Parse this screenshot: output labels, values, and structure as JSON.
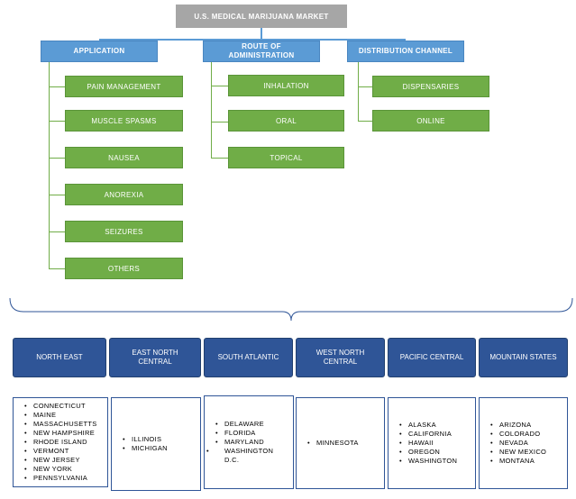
{
  "title": "U.S. MEDICAL MARIJUANA MARKET",
  "categories": [
    {
      "label": "APPLICATION",
      "items": [
        "PAIN MANAGEMENT",
        "MUSCLE SPASMS",
        "NAUSEA",
        "ANOREXIA",
        "SEIZURES",
        "OTHERS"
      ]
    },
    {
      "label": "ROUTE OF ADMINISTRATION",
      "items": [
        "INHALATION",
        "ORAL",
        "TOPICAL"
      ]
    },
    {
      "label": "DISTRIBUTION CHANNEL",
      "items": [
        "DISPENSARIES",
        "ONLINE"
      ]
    }
  ],
  "regions": [
    {
      "label": "NORTH EAST",
      "states": [
        "CONNECTICUT",
        "MAINE",
        "MASSACHUSETTS",
        "NEW HAMPSHIRE",
        "RHODE ISLAND",
        "VERMONT",
        "NEW JERSEY",
        "NEW YORK",
        "PENNSYLVANIA"
      ]
    },
    {
      "label": "EAST NORTH CENTRAL",
      "states": [
        "ILLINOIS",
        "MICHIGAN"
      ]
    },
    {
      "label": "SOUTH ATLANTIC",
      "states": [
        "DELAWARE",
        "FLORIDA",
        "MARYLAND",
        "WASHINGTON D.C."
      ]
    },
    {
      "label": "WEST NORTH CENTRAL",
      "states": [
        "MINNESOTA"
      ]
    },
    {
      "label": "PACIFIC CENTRAL",
      "states": [
        "ALASKA",
        "CALIFORNIA",
        "HAWAII",
        "OREGON",
        "WASHINGTON"
      ]
    },
    {
      "label": "MOUNTAIN STATES",
      "states": [
        "ARIZONA",
        "COLORADO",
        "NEVADA",
        "NEW MEXICO",
        "MONTANA"
      ]
    }
  ]
}
